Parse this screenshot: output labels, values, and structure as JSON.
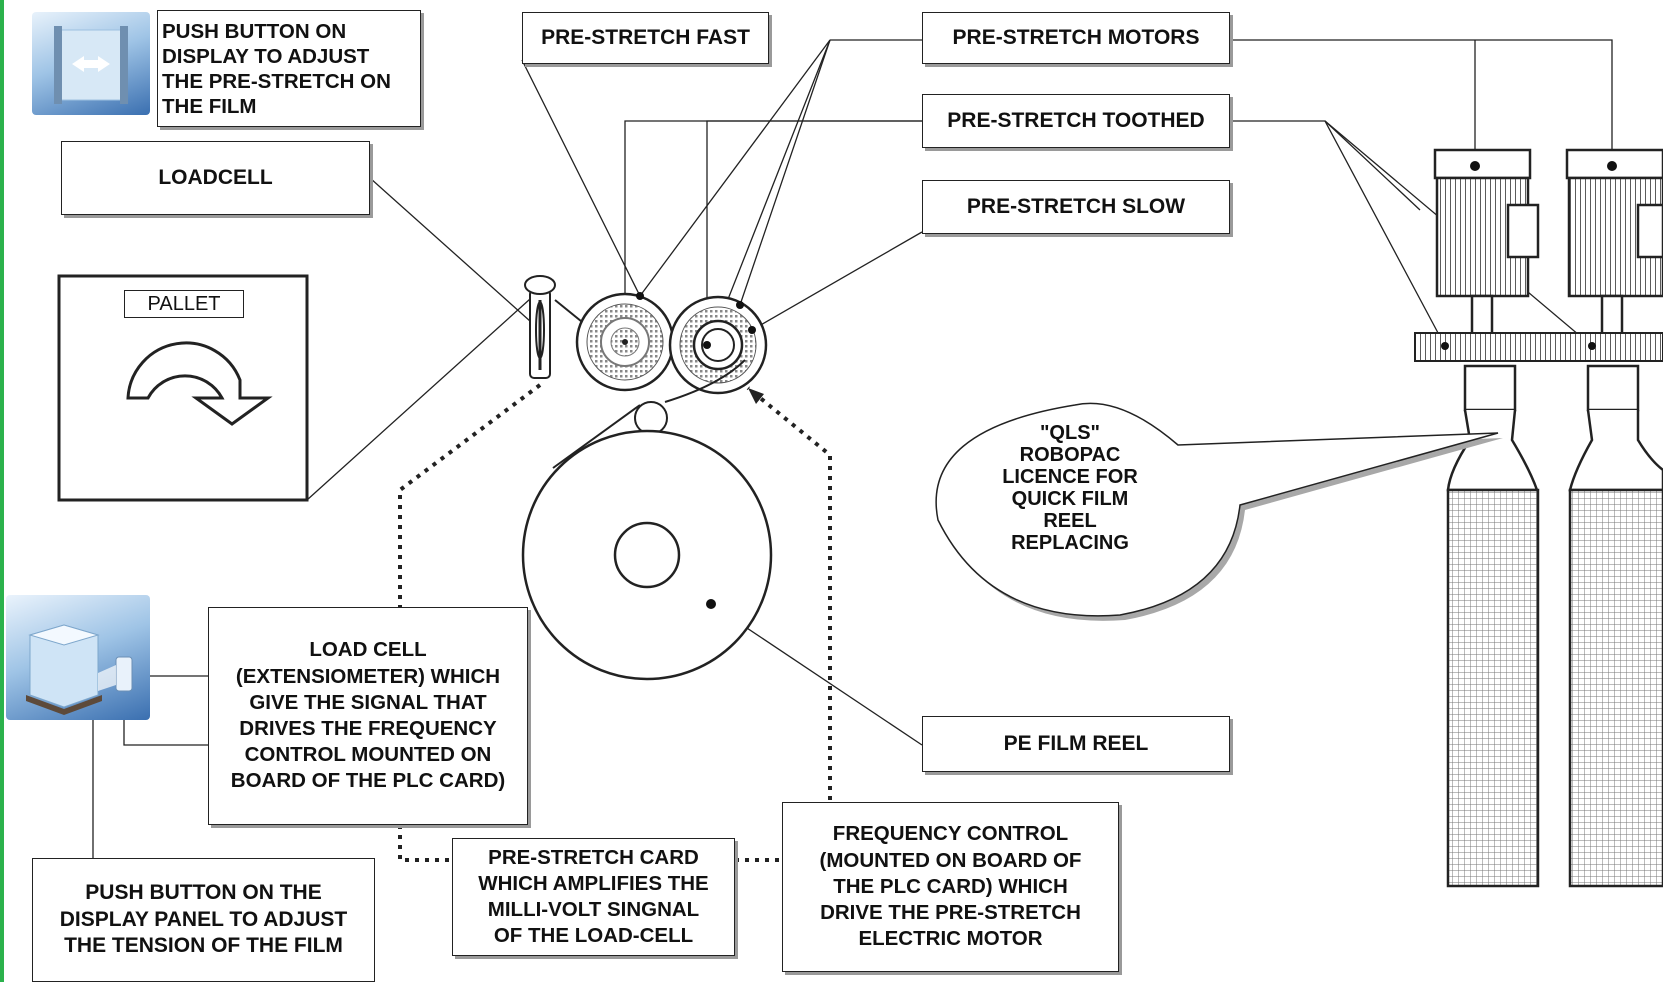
{
  "labels": {
    "push_button_prestretch": "PUSH BUTTON ON\nDISPLAY TO ADJUST\nTHE PRE-STRETCH ON\nTHE FILM",
    "prestretch_fast": "PRE-STRETCH FAST",
    "prestretch_motors": "PRE-STRETCH MOTORS",
    "prestretch_toothed": "PRE-STRETCH TOOTHED",
    "prestretch_slow": "PRE-STRETCH SLOW",
    "loadcell": "LOADCELL",
    "pallet": "PALLET",
    "qls_bubble": "\"QLS\"\nROBOPAC\nLICENCE FOR\nQUICK FILM\nREEL\nREPLACING",
    "load_cell_desc": "LOAD CELL\n(EXTENSIOMETER) WHICH\nGIVE THE SIGNAL THAT\nDRIVES THE FREQUENCY\nCONTROL MOUNTED ON\nBOARD OF THE PLC CARD)",
    "pe_film_reel": "PE FILM REEL",
    "push_button_tension": "PUSH BUTTON ON THE\nDISPLAY PANEL TO ADJUST\nTHE TENSION OF THE FILM",
    "prestretch_card": "PRE-STRETCH CARD\nWHICH AMPLIFIES THE\nMILLI-VOLT SINGNAL\nOF THE LOAD-CELL",
    "frequency_control": "FREQUENCY CONTROL\n(MOUNTED ON BOARD OF\nTHE PLC CARD) WHICH\nDRIVE THE PRE-STRETCH\nELECTRIC MOTOR"
  },
  "icons": {
    "prestretch_icon": "film-stretch-icon",
    "tension_icon": "pallet-film-icon",
    "rotation_icon": "rotation-arrow-icon"
  },
  "colors": {
    "line": "#222222",
    "shadow": "#9a9a9a",
    "icon_blue": "#3a6fb0",
    "edge_green": "#2bb24c"
  }
}
